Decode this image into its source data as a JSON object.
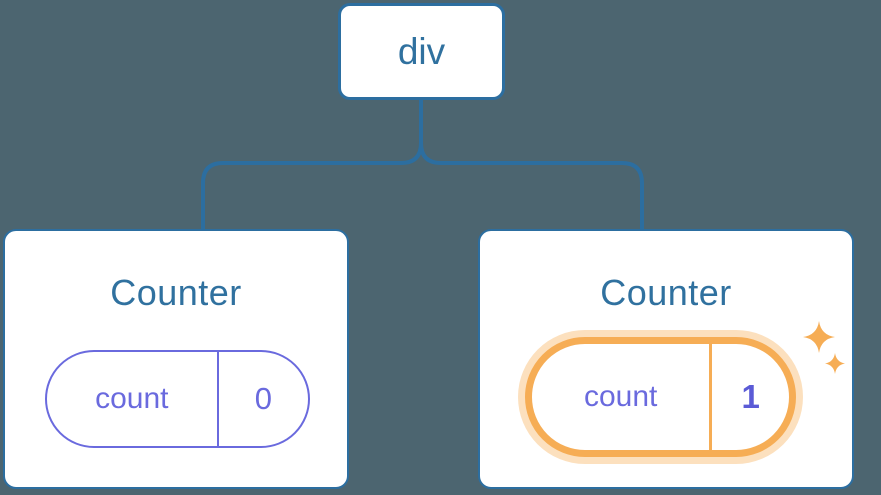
{
  "tree": {
    "root": {
      "label": "div"
    },
    "children": [
      {
        "title": "Counter",
        "state": {
          "key": "count",
          "value": "0"
        },
        "highlighted": false
      },
      {
        "title": "Counter",
        "state": {
          "key": "count",
          "value": "1"
        },
        "highlighted": true
      }
    ]
  },
  "icons": {
    "sparkle_large": "sparkle-icon",
    "sparkle_small": "sparkle-icon"
  },
  "colors": {
    "background": "#4C6570",
    "connector_blue": "#2C6EA0",
    "title_blue": "#30719F",
    "state_purple": "#6A6ADE",
    "highlight_orange": "#F6AD55",
    "card_white": "#FFFFFF"
  }
}
